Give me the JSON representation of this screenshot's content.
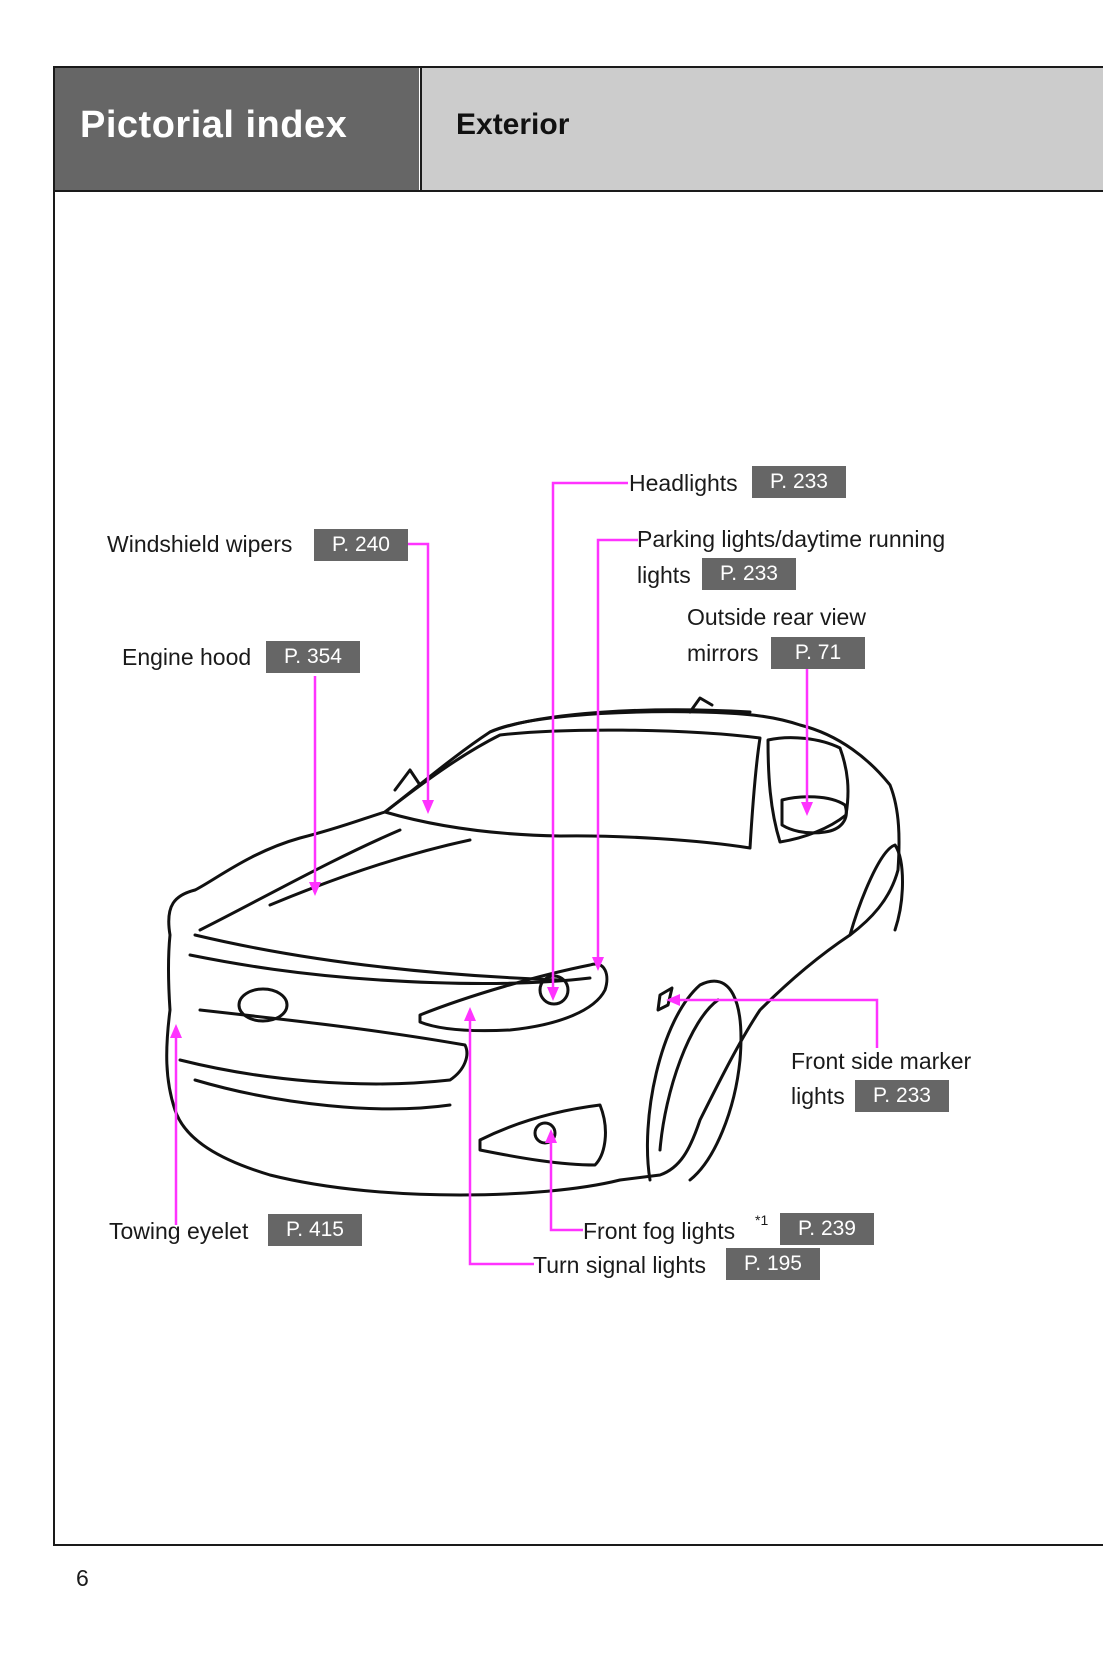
{
  "header": {
    "section": "Pictorial index",
    "subsection": "Exterior"
  },
  "callouts": {
    "windshield_wipers": {
      "label": "Windshield wipers",
      "page": "P. 240"
    },
    "engine_hood": {
      "label": "Engine hood",
      "page": "P. 354"
    },
    "headlights": {
      "label": "Headlights",
      "page": "P. 233"
    },
    "parking_lights": {
      "label_line1": "Parking lights/daytime running",
      "label_line2": "lights",
      "page": "P. 233"
    },
    "outside_mirrors": {
      "label_line1": "Outside rear view",
      "label_line2": "mirrors",
      "page": "P. 71"
    },
    "front_side_marker": {
      "label_line1": "Front side marker",
      "label_line2": "lights",
      "page": "P. 233"
    },
    "towing_eyelet": {
      "label": "Towing eyelet",
      "page": "P. 415"
    },
    "front_fog_lights": {
      "label": "Front fog lights",
      "footnote": "*1",
      "page": "P. 239"
    },
    "turn_signal_lights": {
      "label": "Turn signal lights",
      "page": "P. 195"
    }
  },
  "colors": {
    "leader": "#ff33ff",
    "page_box": "#666666",
    "header_dark": "#666666",
    "header_light": "#cccccc"
  },
  "footer": {
    "page_number": "6"
  }
}
